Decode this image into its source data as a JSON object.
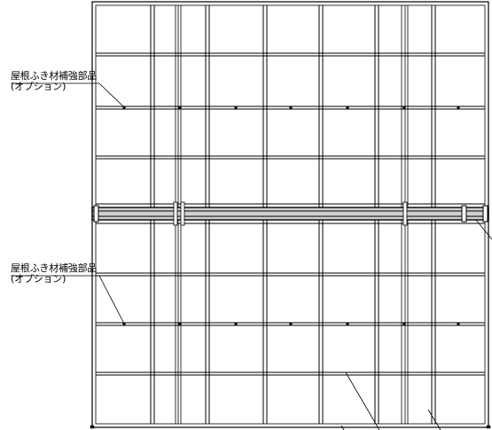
{
  "callouts": [
    {
      "label": "屋根ふき材補強部品",
      "sublabel": "(オプション)"
    },
    {
      "label": "屋根ふき材補強部品",
      "sublabel": "(オプション)"
    }
  ],
  "colors": {
    "line": "#000000",
    "background": "#ffffff",
    "beam_fill": "#d0d0d0"
  }
}
